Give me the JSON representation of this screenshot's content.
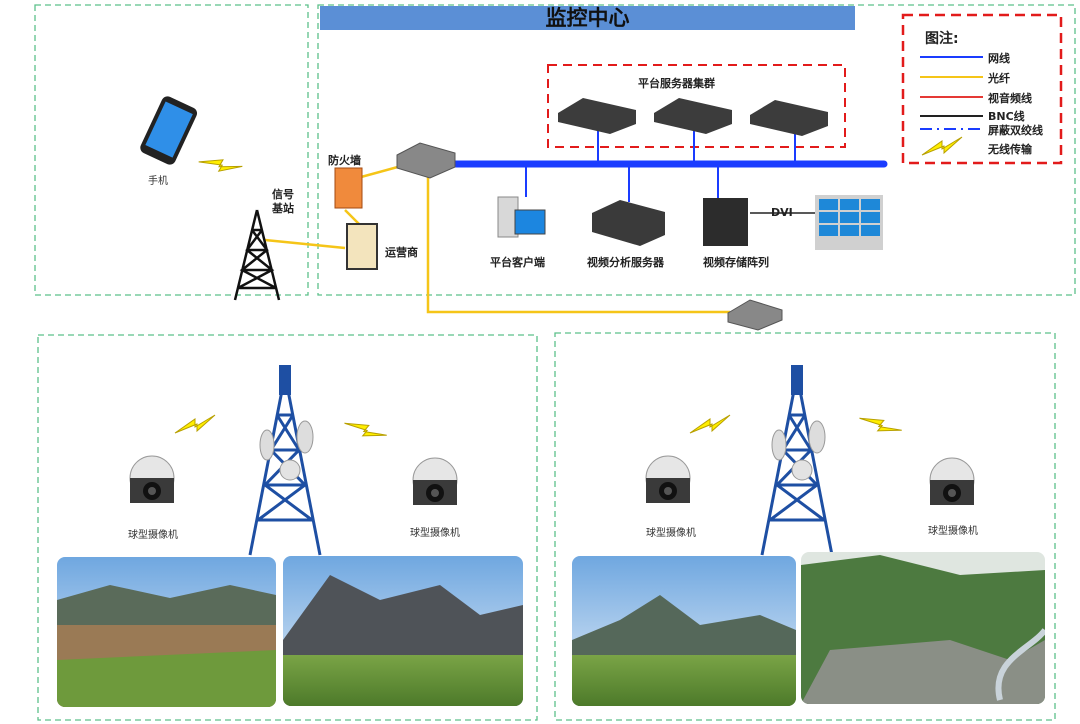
{
  "title": "监控中心",
  "legend": {
    "heading": "图注:",
    "items": [
      {
        "label": "网线",
        "color": "#1a3cff"
      },
      {
        "label": "光纤",
        "color": "#f5c518"
      },
      {
        "label": "视音频线",
        "color": "#e53935"
      },
      {
        "label": "BNC线",
        "color": "#222222"
      },
      {
        "label": "屏蔽双绞线",
        "color": "#1a3cff"
      },
      {
        "label": "无线传输",
        "color": "#ffee00"
      }
    ]
  },
  "left_zone": {
    "phone": "手机",
    "base_station": "信号\n基站"
  },
  "center": {
    "firewall": "防火墙",
    "operator": "运营商",
    "cluster_title": "平台服务器集群",
    "client": "平台客户端",
    "analysis_server": "视频分析服务器",
    "storage": "视频存储阵列",
    "dvi": "DVI"
  },
  "sites": [
    {
      "camera_left": "球型摄像机",
      "camera_right": "球型摄像机"
    },
    {
      "camera_left": "球型摄像机",
      "camera_right": "球型摄像机"
    }
  ]
}
